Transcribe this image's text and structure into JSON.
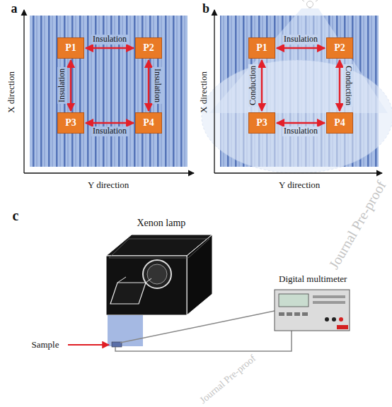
{
  "diagram": {
    "nodes": [
      {
        "text": [
          "P1"
        ]
      },
      {
        "text": [
          "P2"
        ]
      },
      {
        "text": [
          "P3"
        ]
      },
      {
        "text": [
          "P4"
        ]
      },
      {
        "text": [
          "P1"
        ]
      },
      {
        "text": [
          "P2"
        ]
      },
      {
        "text": [
          "P3"
        ]
      },
      {
        "text": [
          "P4"
        ]
      }
    ],
    "edges": [
      {
        "from": 0,
        "to": 1,
        "arrow": "both",
        "label": "Insulation"
      },
      {
        "from": 0,
        "to": 2,
        "arrow": "both",
        "label": "Insulation"
      },
      {
        "from": 1,
        "to": 3,
        "arrow": "both",
        "label": "Insulation"
      },
      {
        "from": 2,
        "to": 3,
        "arrow": "both",
        "label": "Insulation"
      },
      {
        "from": 4,
        "to": 5,
        "arrow": "both",
        "label": "Insulation"
      },
      {
        "from": 4,
        "to": 6,
        "arrow": "both",
        "label": "Conduction"
      },
      {
        "from": 5,
        "to": 7,
        "arrow": "both",
        "label": "Conduction"
      },
      {
        "from": 6,
        "to": 7,
        "arrow": "both",
        "label": "Insulation"
      }
    ],
    "labels": [
      "a",
      "X direction",
      "Y direction",
      "b",
      "X direction",
      "Y direction",
      "c",
      "Xenon lamp",
      "Sample",
      "Digital multimeter",
      "Journal Pre-proof",
      "Journal Pre-proof"
    ]
  }
}
